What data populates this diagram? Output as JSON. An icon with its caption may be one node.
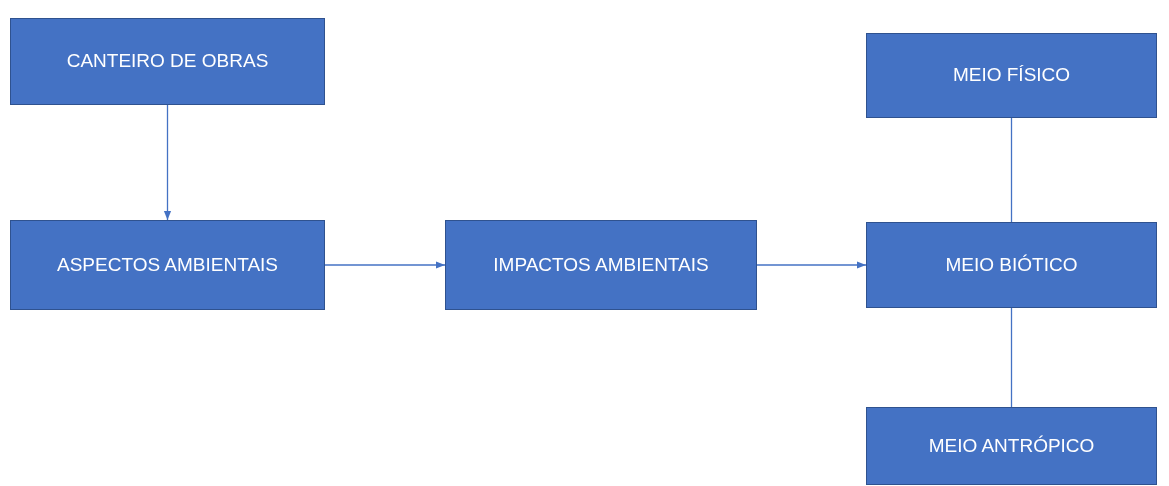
{
  "diagram": {
    "nodes": [
      {
        "text": [
          "CANTEIRO DE OBRAS"
        ]
      },
      {
        "text": [
          "ASPECTOS AMBIENTAIS"
        ]
      },
      {
        "text": [
          "IMPACTOS AMBIENTAIS"
        ]
      },
      {
        "text": [
          "MEIO FÍSICO"
        ]
      },
      {
        "text": [
          "MEIO BIÓTICO"
        ]
      },
      {
        "text": [
          "MEIO ANTRÓPICO"
        ]
      }
    ],
    "edges": [
      {
        "from": 0,
        "to": 1,
        "arrow": "to"
      },
      {
        "from": 1,
        "to": 2,
        "arrow": "to"
      },
      {
        "from": 2,
        "to": 4,
        "arrow": "to"
      },
      {
        "from": 3,
        "to": 4,
        "arrow": "none"
      },
      {
        "from": 4,
        "to": 5,
        "arrow": "none"
      }
    ]
  }
}
